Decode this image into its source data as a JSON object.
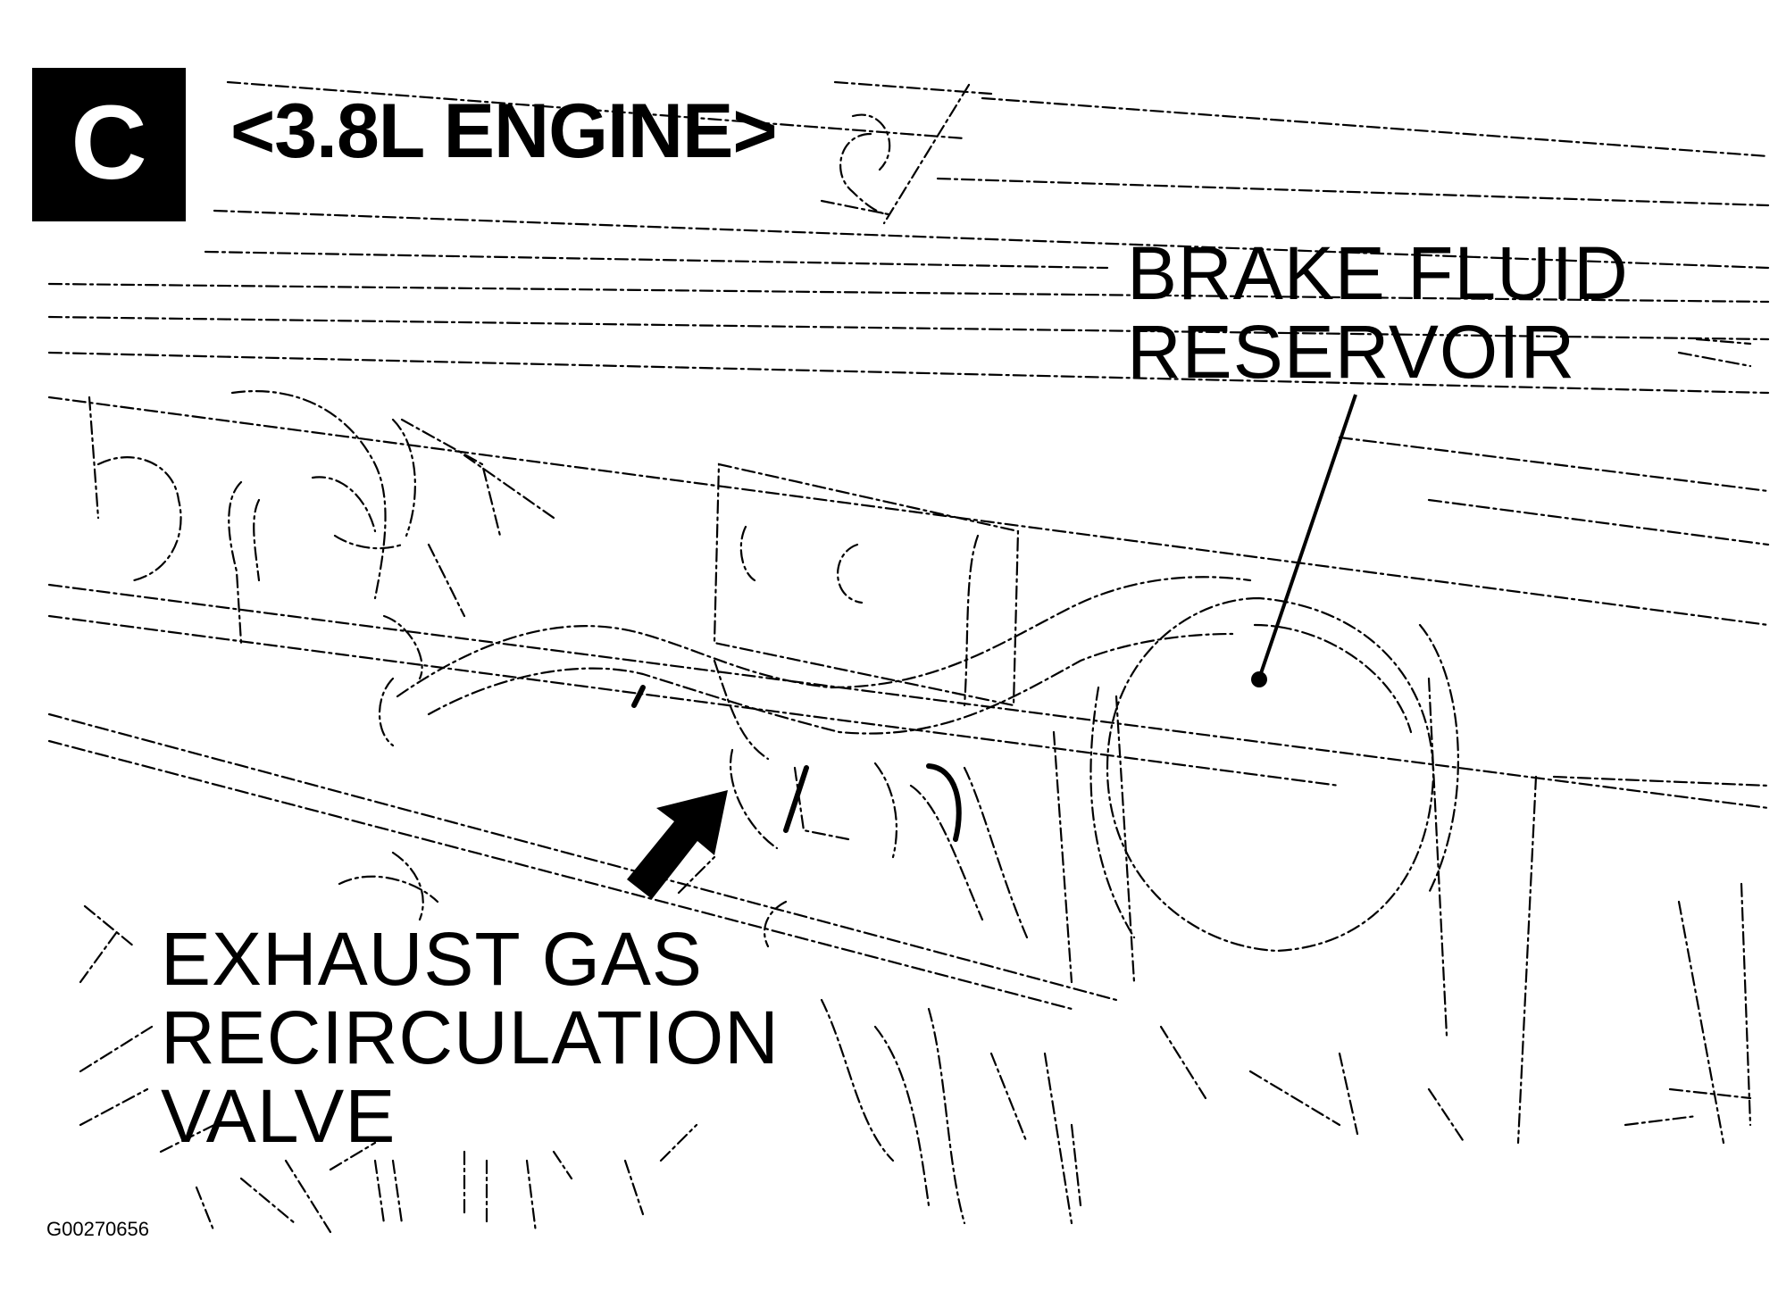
{
  "badge": {
    "letter": "C"
  },
  "title": "<3.8L ENGINE>",
  "labels": {
    "brake_fluid_reservoir": {
      "line1": "BRAKE FLUID",
      "line2": "RESERVOIR"
    },
    "egr_valve": {
      "line1": "EXHAUST GAS",
      "line2": "RECIRCULATION",
      "line3": "VALVE"
    }
  },
  "figure_id": "G00270656",
  "colors": {
    "ink": "#000000",
    "background": "#ffffff",
    "badge_text": "#ffffff"
  }
}
